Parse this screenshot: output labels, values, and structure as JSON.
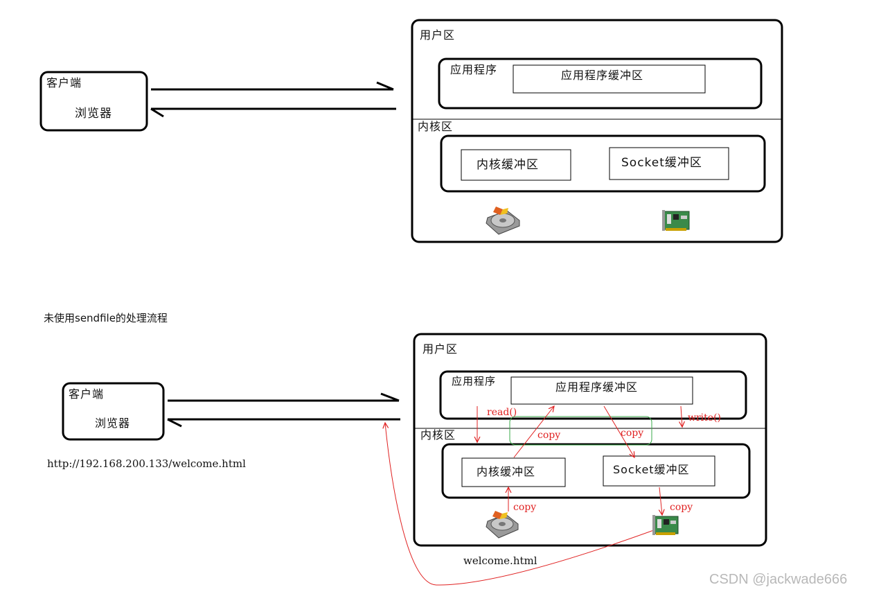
{
  "top": {
    "client_title": "客户端",
    "browser": "浏览器",
    "user_zone": "用户区",
    "app_program": "应用程序",
    "app_buffer": "应用程序缓冲区",
    "kernel_zone": "内核区",
    "kernel_buffer": "内核缓冲区",
    "socket_buffer": "Socket缓冲区"
  },
  "bottom": {
    "caption": "未使用sendfile的处理流程",
    "client_title": "客户端",
    "browser": "浏览器",
    "url": "http://192.168.200.133/welcome.html",
    "user_zone": "用户区",
    "app_program": "应用程序",
    "app_buffer": "应用程序缓冲区",
    "kernel_zone": "内核区",
    "kernel_buffer": "内核缓冲区",
    "socket_buffer": "Socket缓冲区",
    "read_call": "read()",
    "write_call": "write()",
    "copy_disk_to_kernel": "copy",
    "copy_kernel_to_app": "copy",
    "copy_app_to_socket": "copy",
    "copy_socket_to_nic": "copy",
    "file_name": "welcome.html"
  },
  "icons": {
    "disk": "hard-disk-icon",
    "nic": "network-card-icon"
  },
  "colors": {
    "ink": "#000000",
    "flow_arrow": "#e02020",
    "highlight_box": "#3aaa4a"
  },
  "watermark": "CSDN @jackwade666"
}
